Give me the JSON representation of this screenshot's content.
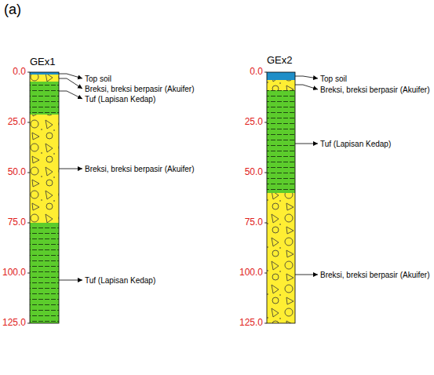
{
  "diagram": {
    "labels": [
      "(a)",
      "GEx1",
      "0.0",
      "25.0",
      "50.0",
      "75.0",
      "100.0",
      "125.0",
      "Top soil",
      "Breksi, breksi berpasir (Akuifer)",
      "Tuf (Lapisan Kedap)",
      "Breksi, breksi berpasir (Akuifer)",
      "Tuf (Lapisan Kedap)",
      "GEx2",
      "0.0",
      "25.0",
      "50.0",
      "75.0",
      "100.0",
      "125.0",
      "Top soil",
      "Breksi, breksi berpasir (Akuifer)",
      "Tuf (Lapisan Kedap)",
      "Breksi, breksi berpasir (Akuifer)"
    ]
  }
}
